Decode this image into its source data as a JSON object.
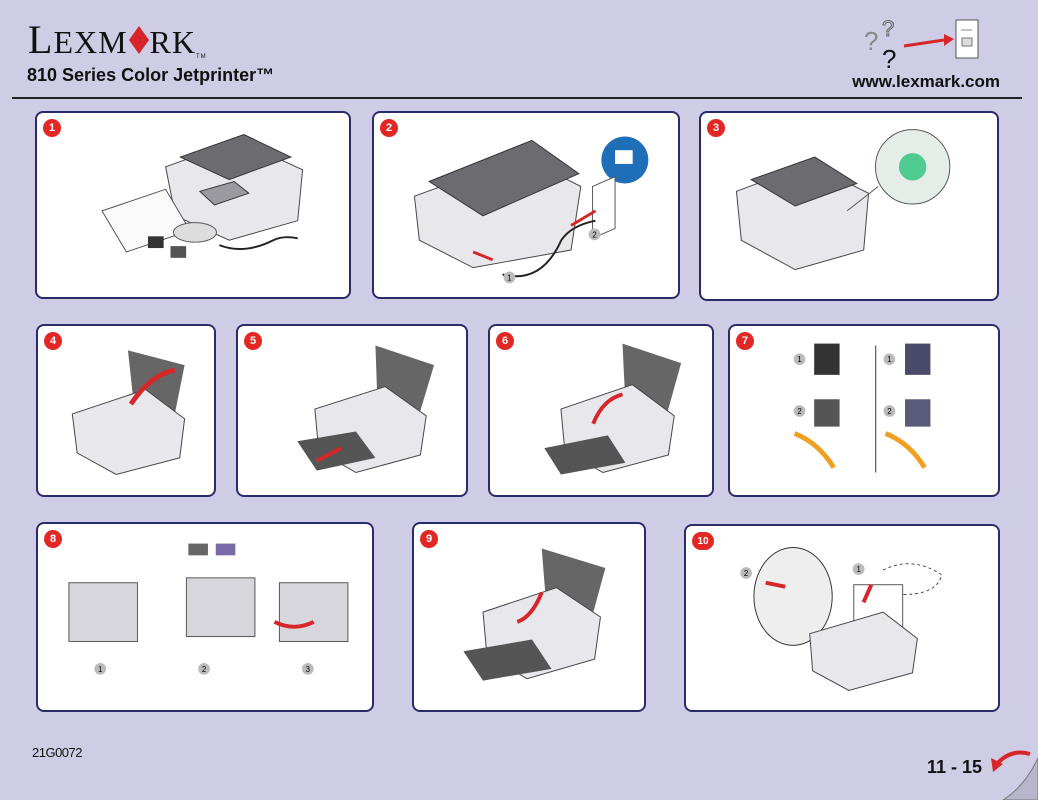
{
  "brand": {
    "logo_text": "LEXMARK",
    "trademark": "TM"
  },
  "header": {
    "title": "810 Series Color Jetprinter™",
    "website": "www.lexmark.com"
  },
  "steps": [
    {
      "number": "1"
    },
    {
      "number": "2"
    },
    {
      "number": "3"
    },
    {
      "number": "4"
    },
    {
      "number": "5"
    },
    {
      "number": "6"
    },
    {
      "number": "7"
    },
    {
      "number": "8"
    },
    {
      "number": "9"
    },
    {
      "number": "10"
    }
  ],
  "substeps": {
    "step2": [
      "1",
      "2"
    ],
    "step7": [
      "1",
      "2",
      "1",
      "2"
    ],
    "step8": [
      "1",
      "2",
      "3"
    ],
    "step10": [
      "1",
      "2"
    ]
  },
  "footer": {
    "doc_code": "21G0072",
    "page": "11 - 15"
  },
  "colors": {
    "accent": "#e32724",
    "panel_border": "#2a2c6a",
    "background": "#cfcde6"
  },
  "icons": [
    "help-question-icon",
    "page-curl-icon"
  ]
}
